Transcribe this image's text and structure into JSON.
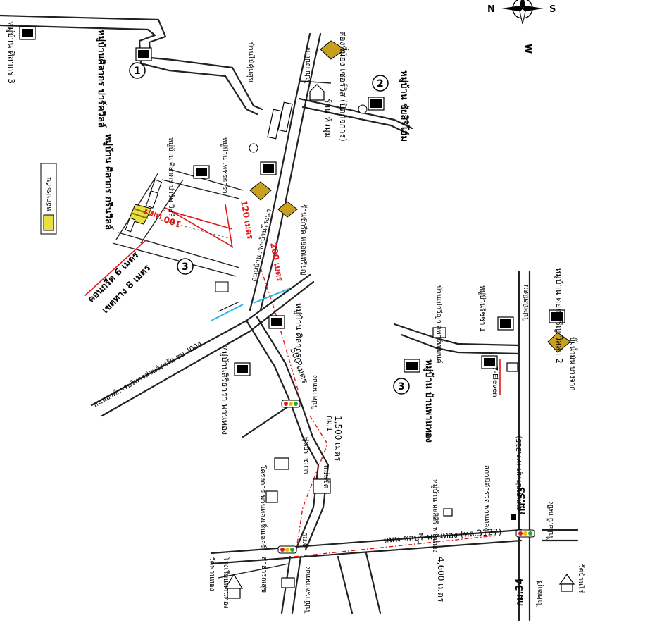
{
  "compass": {
    "n": "N",
    "s": "S",
    "w": "W"
  },
  "places": {
    "village_silakorn3": "หมู่บ้าน ศิลากร 3",
    "village_silakorn_park": "หมู่บ้านศิลากร ปาร์ควิลล์",
    "village_silakorn_green": "หมู่บ้าน ศิลากร กรีนวิลล์",
    "village_silakorn_park7": "หมู่บ้าน ศิลากร ปาร์ค วิลล์ 7",
    "village_petcharat": "หมู่บ้าน เพชรธารา",
    "village_silakorn2": "หมู่บ้าน ศิลากร 2",
    "village_sirithara": "หมู่บ้านสิริธารา พานทอง",
    "village_ban_panthong": "หมู่บ้าน บ้านพานทอง",
    "village_chaisiri": "หมู่บ้าน ชัยสิริโฮม",
    "village_panthong1": "หมู่บ้านริชชา 1",
    "village_dokjareon": "หมู่บ้าน ดอกเจริญ วิลล่า 2",
    "village_mali": "หมู่บ้าน มะลิสิริ พานทอง",
    "shop_songphinong": "สองพี่น้อง เซอร์วิส (ปิดกิจการ)",
    "shop_ranuam": "ร้าน ห้วมุม",
    "shop_laundry": "ร้านซักรีด หยอดเหรียญ",
    "shop_ban_noom": "บ้านไม้คุ้มสุข",
    "shop_lake": "บ้านเปาวีญา อพาร์ทเมนต์",
    "shop_pt": "ปั๊มน้ำมัน บางจาก",
    "market_pt": "ตลาดพานทอง",
    "station_police": "สถานีตำรวจ พานทอง",
    "ptt_station": "ปตท. พานทอง",
    "phanthong_market": "แม่นชิต",
    "temple_panthong": "วัดพานทอง",
    "school_panthong": "โรงเรียนพานทอง",
    "kindergarten": "สาธารณสุข",
    "district_office": "โครงการ พานทองเซ็นเตอร์",
    "hospital": "ศูนย์ราชการ",
    "market_soi": "วัดบ้านไร่",
    "shop_7eleven": "7-Eleven",
    "legend": "หลักประกัน"
  },
  "roads": {
    "rd_4004": "ถนนองค์การบริหารส่วนจังหวัด ชบ 4004",
    "rd_chonburi_panthong": "ถนน ชลบุรี-พานทอง (ทล.3127)",
    "rd_sukprayoon": "ถนนสุขประยูร (ทล.315)",
    "rd_concrete": "คอนกรีต 6 เมตร",
    "rd_width": "เขตทาง 8 เมตร",
    "rd_ban_phanthong": "ถนนบ้านวาง-บ้านโรงนา",
    "to_ban_bueng": "ไป อ.บ้านบึง",
    "to_chonburi": "ไปชลบุรี",
    "to_phanat": "ไปพนัสนิคม",
    "to_bangpakong": "ไปบางปะกง",
    "to_panthong": "ไปบ้านพานทอง",
    "to_panthong2": "ไปพานทอง",
    "km_33": "กม.33",
    "km_34": "กม.34",
    "km_1": "กม.1",
    "km_0": "กม.0"
  },
  "distances": {
    "d_100": "100 เมตร",
    "d_120": "120 เมตร",
    "d_200": "200 เมตร",
    "d_500": "500 เมตร",
    "d_1500": "1,500 เมตร",
    "d_4600": "4,600 เมตร"
  },
  "markers": [
    "1",
    "2",
    "3",
    "3"
  ]
}
